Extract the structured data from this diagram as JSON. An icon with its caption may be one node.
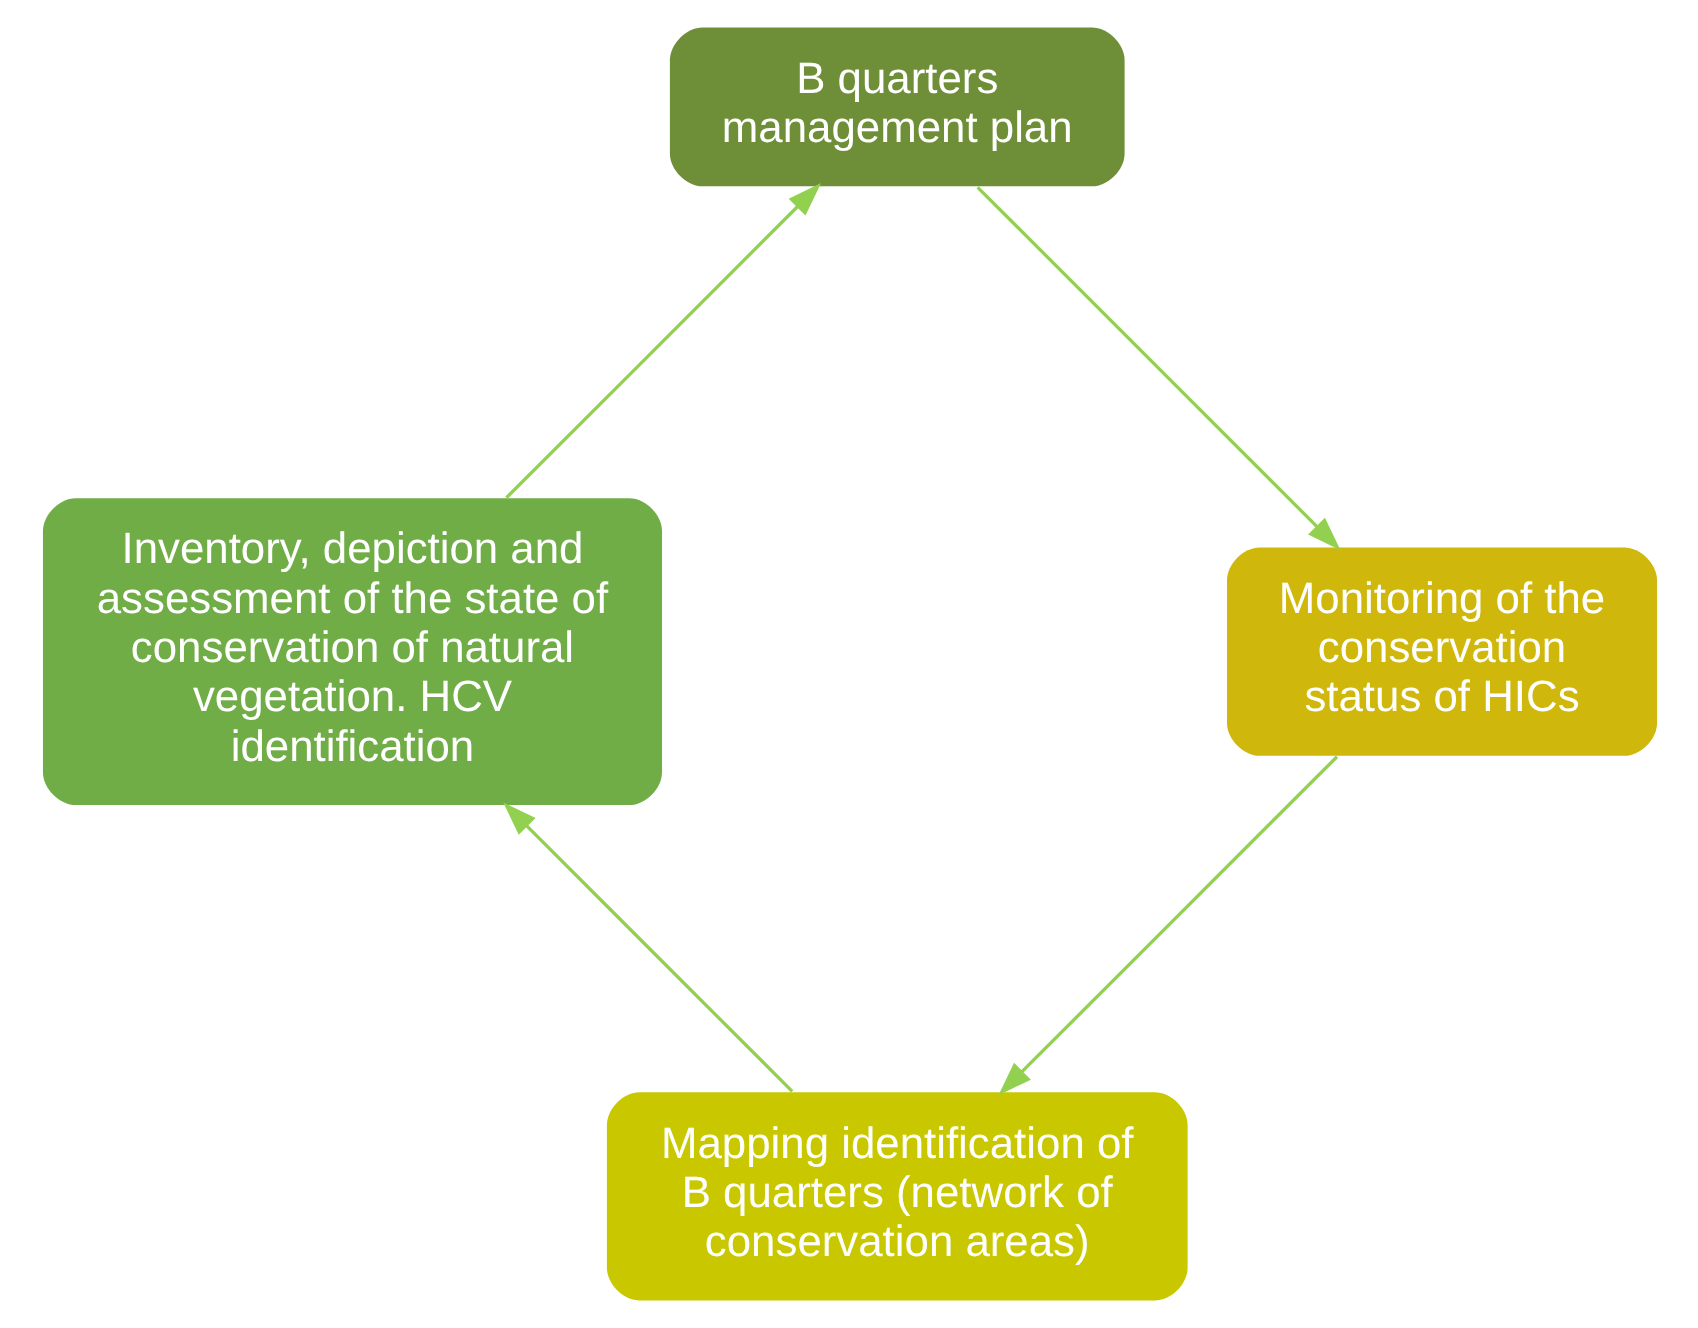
{
  "diagram": {
    "nodes": [
      {
        "text": [
          "Mapping identification of B quarters (network of conservation areas)"
        ]
      },
      {
        "text": [
          "Inventory, depiction and assessment of the state of conservation of natural vegetation. HCV identification"
        ]
      },
      {
        "text": [
          "B quarters management plan"
        ]
      },
      {
        "text": [
          "Monitoring of the conservation status of HICs"
        ]
      }
    ],
    "edges": [
      {
        "from": 0,
        "to": 1,
        "arrow": "to"
      },
      {
        "from": 1,
        "to": 2,
        "arrow": "to"
      },
      {
        "from": 2,
        "to": 3,
        "arrow": "to"
      },
      {
        "from": 3,
        "to": 0,
        "arrow": "to"
      }
    ]
  }
}
